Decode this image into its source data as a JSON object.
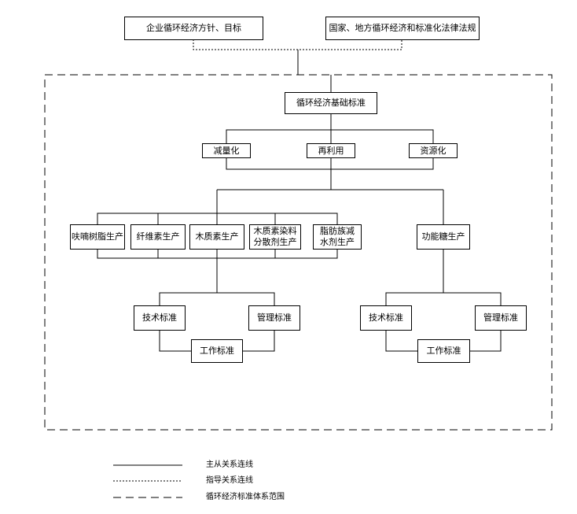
{
  "nodes": {
    "enterprise_policy": "企业循环经济方针、目标",
    "national_laws": "国家、地方循环经济和标准化法律法规",
    "basic_standards": "循环经济基础标准",
    "reduce": "减量化",
    "reuse": "再利用",
    "resource": "资源化",
    "furan_resin": "呋喃树脂生产",
    "cellulose": "纤维素生产",
    "lignin": "木质素生产",
    "lignin_dye": "木质素染料\n分散剂生产",
    "fatty_reducer": "脂肪族减\n水剂生产",
    "functional_sugar": "功能糖生产",
    "tech_std_left": "技术标准",
    "mgmt_std_left": "管理标准",
    "work_std_left": "工作标准",
    "tech_std_right": "技术标准",
    "mgmt_std_right": "管理标准",
    "work_std_right": "工作标准"
  },
  "legend": {
    "solid": "主从关系连线",
    "dotted": "指导关系连线",
    "dashed": "循环经济标准体系范围"
  }
}
